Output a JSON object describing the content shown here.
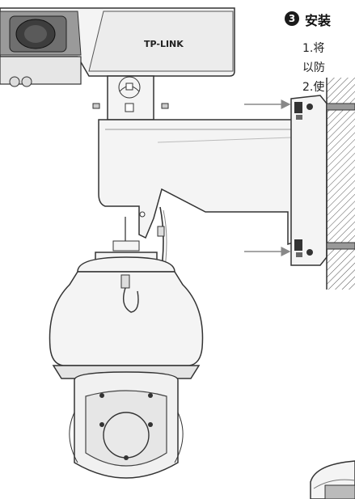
{
  "step": {
    "number": "3",
    "title": "安装"
  },
  "instructions": [
    "1.将",
    "以防",
    "2.使"
  ],
  "brand": {
    "logo_text": "TP-LINK"
  },
  "colors": {
    "outline": "#333333",
    "fill": "#f4f4f4",
    "shade": "#dedede",
    "arrow": "#888888",
    "badge": "#1a1a1a"
  }
}
